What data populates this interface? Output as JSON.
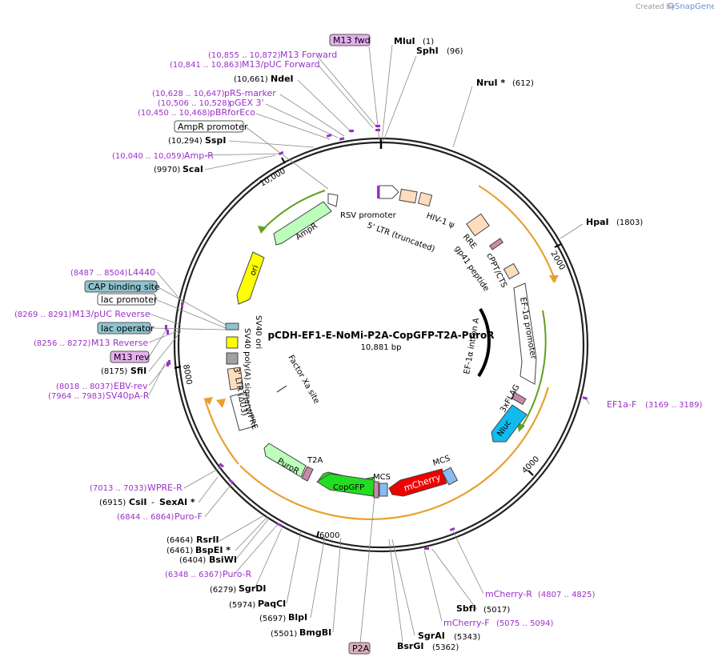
{
  "credit": {
    "created_by": "Created by",
    "brand": "SnapGene"
  },
  "plasmid": {
    "name": "pCDH-EF1-E-NoMi-P2A-CopGFP-T2A-PuroR",
    "size_label": "10,881 bp"
  },
  "ticks": [
    "2000",
    "4000",
    "6000",
    "8000",
    "10,000"
  ],
  "sites": [
    {
      "name": "MluI",
      "pos": "(1)"
    },
    {
      "name": "SphI",
      "pos": "(96)"
    },
    {
      "name": "NruI *",
      "pos": "(612)"
    },
    {
      "name": "HpaI",
      "pos": "(1803)"
    },
    {
      "name": "SbfI",
      "pos": "(5017)"
    },
    {
      "name": "SgrAI",
      "pos": "(5343)"
    },
    {
      "name": "BsrGI",
      "pos": "(5362)"
    },
    {
      "name": "BmgBI",
      "pos": "(5501)"
    },
    {
      "name": "BlpI",
      "pos": "(5697)"
    },
    {
      "name": "PaqCI",
      "pos": "(5974)"
    },
    {
      "name": "SgrDI",
      "pos": "(6279)"
    },
    {
      "name": "BsiWI",
      "pos": "(6404)"
    },
    {
      "name": "BspEI *",
      "pos": "(6461)"
    },
    {
      "name": "RsrII",
      "pos": "(6464)"
    },
    {
      "name": "CsiI",
      "pos": "(6915)"
    },
    {
      "name": "SexAI *",
      "pos": ""
    },
    {
      "name": "SfiI",
      "pos": "(8175)"
    },
    {
      "name": "ScaI",
      "pos": "(9970)"
    },
    {
      "name": "SspI",
      "pos": "(10,294)"
    },
    {
      "name": "NdeI",
      "pos": "(10,661)"
    }
  ],
  "primers": [
    {
      "name": "M13 Forward",
      "range": "(10,855 .. 10,872)"
    },
    {
      "name": "M13/pUC Forward",
      "range": "(10,841 .. 10,863)"
    },
    {
      "name": "pRS-marker",
      "range": "(10,628 .. 10,647)"
    },
    {
      "name": "pGEX 3'",
      "range": "(10,506 .. 10,528)"
    },
    {
      "name": "pBRforEco",
      "range": "(10,450 .. 10,468)"
    },
    {
      "name": "Amp-R",
      "range": "(10,040 .. 10,059)"
    },
    {
      "name": "L4440",
      "range": "(8487 .. 8504)"
    },
    {
      "name": "M13/pUC Reverse",
      "range": "(8269 .. 8291)"
    },
    {
      "name": "M13 Reverse",
      "range": "(8256 .. 8272)"
    },
    {
      "name": "EBV-rev",
      "range": "(8018 .. 8037)"
    },
    {
      "name": "SV40pA-R",
      "range": "(7964 .. 7983)"
    },
    {
      "name": "EF1a-F",
      "range": "(3169 .. 3189)"
    },
    {
      "name": "mCherry-R",
      "range": "(4807 .. 4825)"
    },
    {
      "name": "mCherry-F",
      "range": "(5075 .. 5094)"
    },
    {
      "name": "WPRE-R",
      "range": "(7013 .. 7033)"
    },
    {
      "name": "Puro-F",
      "range": "(6844 .. 6864)"
    },
    {
      "name": "Puro-R",
      "range": "(6348 .. 6367)"
    }
  ],
  "boxed_labels": {
    "m13_fwd": "M13 fwd",
    "amp_promoter": "AmpR promoter",
    "cap_site": "CAP binding site",
    "lac_promoter": "lac promoter",
    "lac_operator": "lac operator",
    "m13_rev": "M13 rev",
    "p2a": "P2A"
  },
  "features": {
    "rsv": "RSV promoter",
    "ltr5": "5' LTR (truncated)",
    "hiv": "HIV-1 ψ",
    "rre": "RRE",
    "gp41": "gp41 peptide",
    "cppt": "cPPT/CTS",
    "ef1a_promoter": "EF-1α promoter",
    "ef1a_intron": "EF-1α intron A",
    "flag": "3xFLAG",
    "nluc": "Nluc",
    "mcs1": "MCS",
    "mcherry": "mCherry",
    "mcs2": "MCS",
    "copgfp": "CopGFP",
    "t2a": "T2A",
    "puror": "PuroR",
    "wpre": "WPRE",
    "ltr3": "3' LTR (ΔU3)",
    "sv40pa": "SV40 poly(A) signal",
    "sv40ori": "SV40 ori",
    "factor_xa": "Factor Xa site",
    "ori": "ori",
    "ampr": "AmpR"
  },
  "colors": {
    "primer": "#9b30c8",
    "ori": "#ffff00",
    "ampr": "#bbffbb",
    "copgfp": "#22dd22",
    "mcherry": "#ee0000",
    "nluc": "#11bbee",
    "misc": "#ffdcbc",
    "lac_box": "#8ec4cf",
    "m13_box": "#e6b0f0",
    "p2a_box": "#dcb0c0",
    "arc": "#e8a030"
  }
}
